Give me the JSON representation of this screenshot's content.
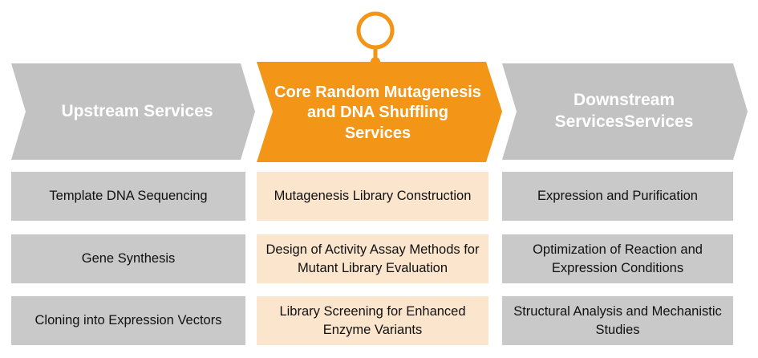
{
  "colors": {
    "gray_arrow": "#c2c2c2",
    "accent": "#f39517",
    "gray_box": "#c9c9c9",
    "peach_box": "#fbe5cd"
  },
  "icon": "location-pin-icon",
  "stages": [
    {
      "title": "Upstream Services",
      "items": [
        "Template DNA Sequencing",
        "Gene Synthesis",
        "Cloning into Expression Vectors"
      ]
    },
    {
      "title": "Core Random Mutagenesis and DNA Shuffling Services",
      "items": [
        "Mutagenesis Library Construction",
        "Design of Activity Assay Methods for Mutant Library Evaluation",
        "Library Screening for Enhanced Enzyme Variants"
      ]
    },
    {
      "title": "Downstream ServicesServices",
      "items": [
        "Expression and Purification",
        "Optimization of Reaction and Expression Conditions",
        "Structural Analysis and Mechanistic Studies"
      ]
    }
  ]
}
